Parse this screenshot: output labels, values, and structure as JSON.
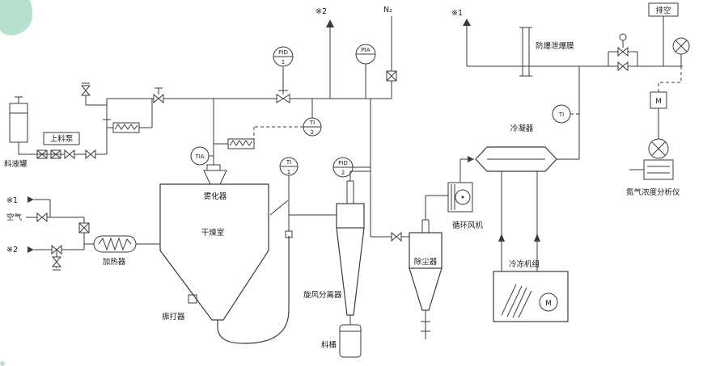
{
  "colors": {
    "line": "#3a3a3a",
    "decor": "#b7e0ce",
    "text": "#1a1a1a"
  },
  "streams": {
    "nitrogen": "N₂",
    "air": "空气",
    "vent": "排空",
    "ref1": "※1",
    "ref2": "※2"
  },
  "equipment": {
    "feed_tank": "料液罐",
    "feed_pump": "上料泵",
    "heater": "加热器",
    "atomizer": "雾化器",
    "drying_chamber": "干燥室",
    "rapper": "振打器",
    "cyclone": "旋风分离器",
    "powder_barrel": "料桶",
    "dust_collector": "除尘器",
    "circulation_fan": "循环风机",
    "condenser": "冷凝器",
    "chiller": "冷冻机组",
    "n2_analyzer": "氮气浓度分析仪",
    "burst_disc": "防爆泄爆膜"
  },
  "instruments": {
    "pid1_tag": "PID",
    "pid1_num": "1",
    "pia_tag": "PIA",
    "tia_tag": "TIA",
    "ti1_tag": "TI",
    "ti1_num": "1",
    "ti2_tag": "TI",
    "ti2_num": "2",
    "pid2_tag": "PID",
    "pid2_num": "2",
    "ti3_tag": "TI",
    "chiller_motor": "M",
    "sample_valve_motor": "M"
  }
}
